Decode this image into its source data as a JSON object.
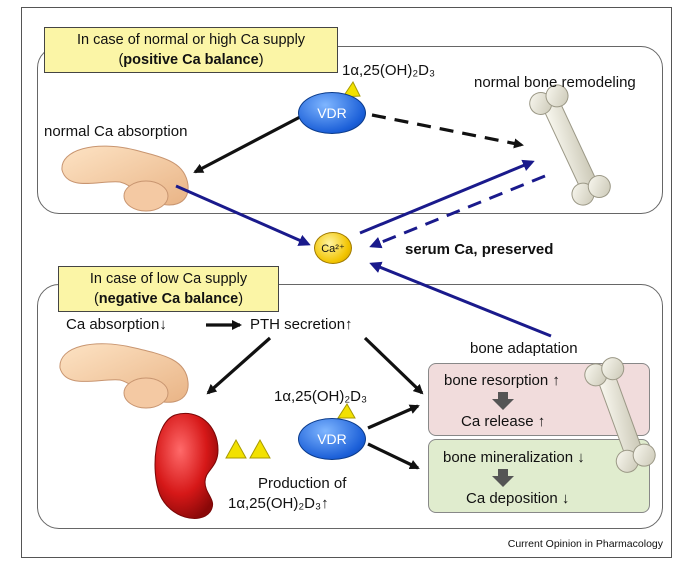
{
  "top_panel": {
    "title_line1": "In case of normal or high Ca supply",
    "title_line2_open": "(",
    "title_line2_bold": "positive Ca balance",
    "title_line2_close": ")",
    "hormone": "1α,25(OH)₂D₃",
    "vdr": "VDR",
    "absorption": "normal Ca absorption",
    "remodeling": "normal bone remodeling"
  },
  "center": {
    "ca_ion": "Ca²⁺",
    "serum": "serum Ca, preserved"
  },
  "bottom_panel": {
    "title_line1": "In case of low Ca supply",
    "title_line2_open": "(",
    "title_line2_bold": "negative Ca balance",
    "title_line2_close": ")",
    "absorption_down": "Ca absorption↓",
    "pth": "PTH secretion↑",
    "bone_adaptation": "bone adaptation",
    "hormone": "1α,25(OH)₂D₃",
    "vdr": "VDR",
    "production_line1": "Production of",
    "production_line2": "1α,25(OH)₂D₃↑",
    "resorption": "bone resorption ↑",
    "release": "Ca release ↑",
    "mineralization": "bone mineralization ↓",
    "deposition": "Ca deposition ↓"
  },
  "credit": "Current Opinion in Pharmacology",
  "colors": {
    "arrow_blue": "#1a1a8c",
    "arrow_black": "#111111",
    "label_yellow": "#fbf5a6",
    "vdr_blue": "#1b5fd8",
    "kidney_red": "#d61818",
    "resorption_pink": "#f1dcdc",
    "mineralization_green": "#e0ecce"
  }
}
